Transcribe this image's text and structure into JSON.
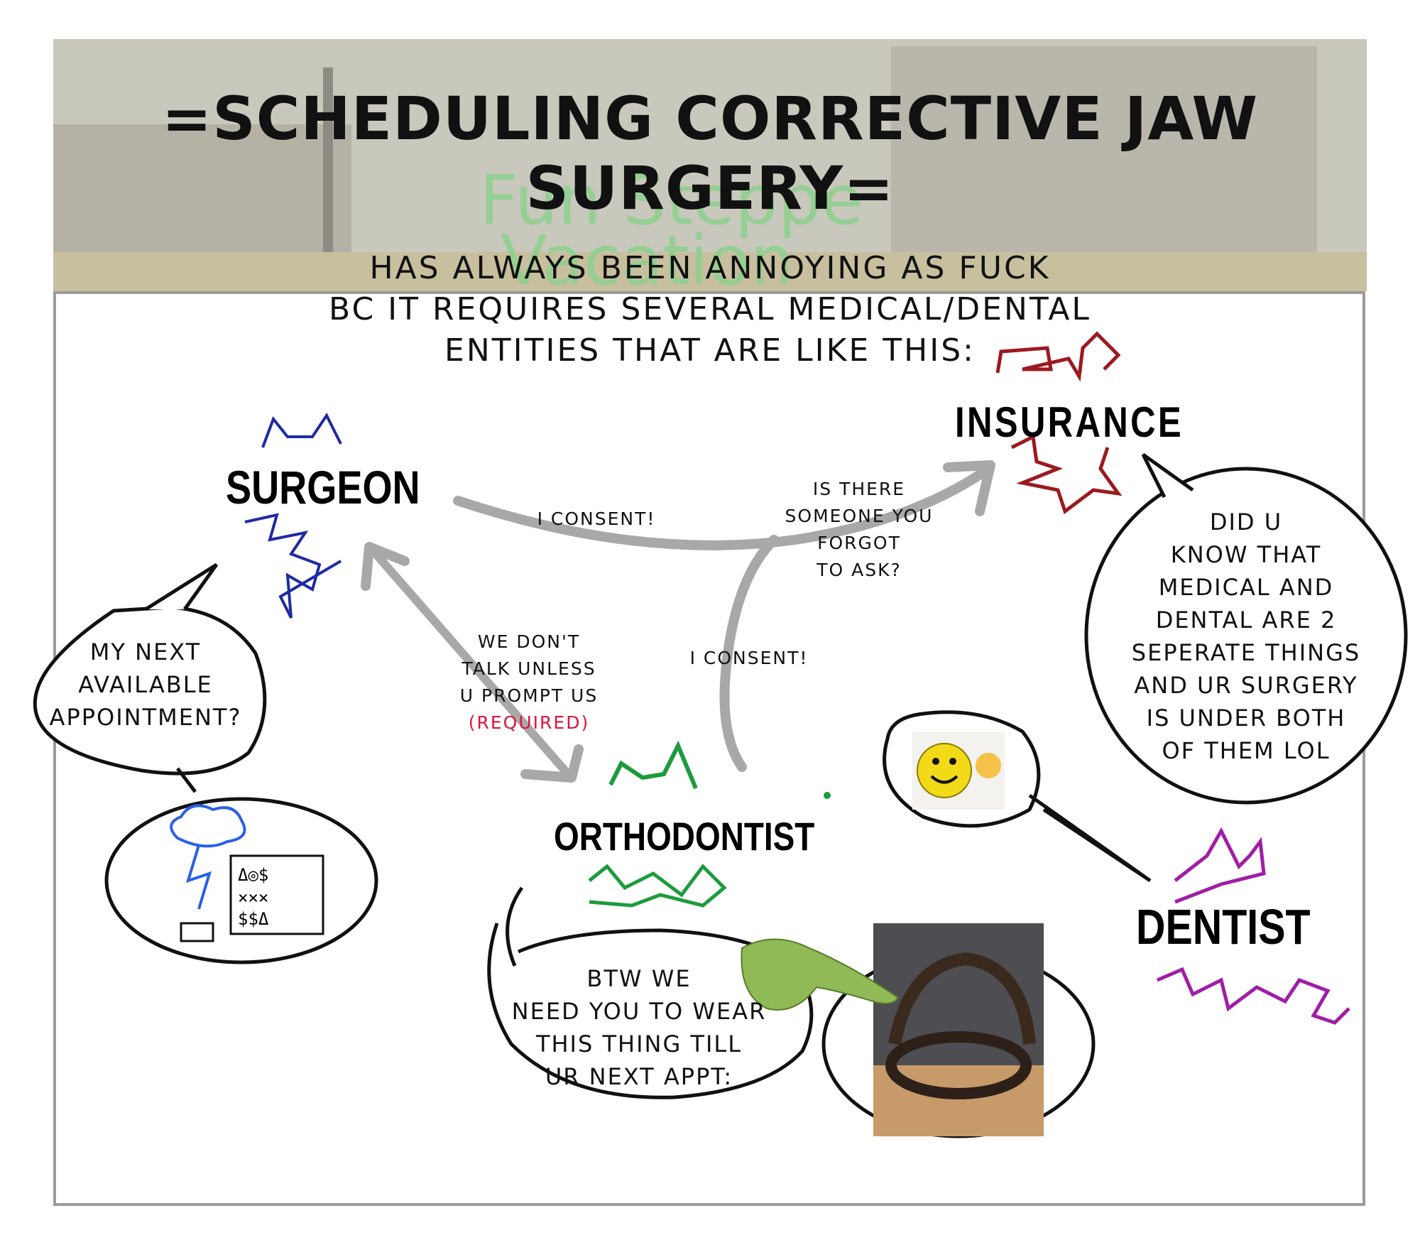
{
  "header": {
    "title": "=SCHEDULING CORRECTIVE JAW SURGERY=",
    "background_text": [
      "Fun Steppe",
      "Vacation"
    ]
  },
  "intro": {
    "line1": "HAS ALWAYS BEEN ANNOYING AS FUCK",
    "line2": "BC IT REQUIRES SEVERAL MEDICAL/DENTAL",
    "line3": "ENTITIES THAT ARE LIKE THIS:"
  },
  "entities": {
    "surgeon": "SURGEON",
    "insurance": "INSURANCE",
    "orthodontist": "ORTHODONTIST",
    "dentist": "DENTIST"
  },
  "arrows": {
    "surgeon_to_insurance": "I CONSENT!",
    "question": [
      "IS THERE",
      "SOMEONE YOU",
      "FORGOT",
      "TO ASK?"
    ],
    "ortho_to_insurance": "I CONSENT!",
    "surgeon_ortho": [
      "WE DON'T",
      "TALK UNLESS",
      "U PROMPT US"
    ],
    "required": "(REQUIRED)"
  },
  "bubbles": {
    "surgeon": [
      "MY NEXT",
      "AVAILABLE",
      "APPOINTMENT?"
    ],
    "insurance": [
      "DID U",
      "KNOW THAT",
      "MEDICAL AND",
      "DENTAL ARE 2",
      "SEPERATE THINGS",
      "AND UR SURGERY",
      "IS UNDER BOTH",
      "OF THEM LOL"
    ],
    "orthodontist": [
      "BTW WE",
      "NEED YOU TO WEAR",
      "THIS THING TILL",
      "UR NEXT APPT:"
    ]
  },
  "colors": {
    "surgeon": "#1f2aa3",
    "insurance": "#9b1a1f",
    "orthodontist": "#1d9b3c",
    "dentist": "#a01ea6",
    "arrow": "#a8a8a8",
    "required": "#e2133a",
    "title_glow": "#8ed18e"
  }
}
